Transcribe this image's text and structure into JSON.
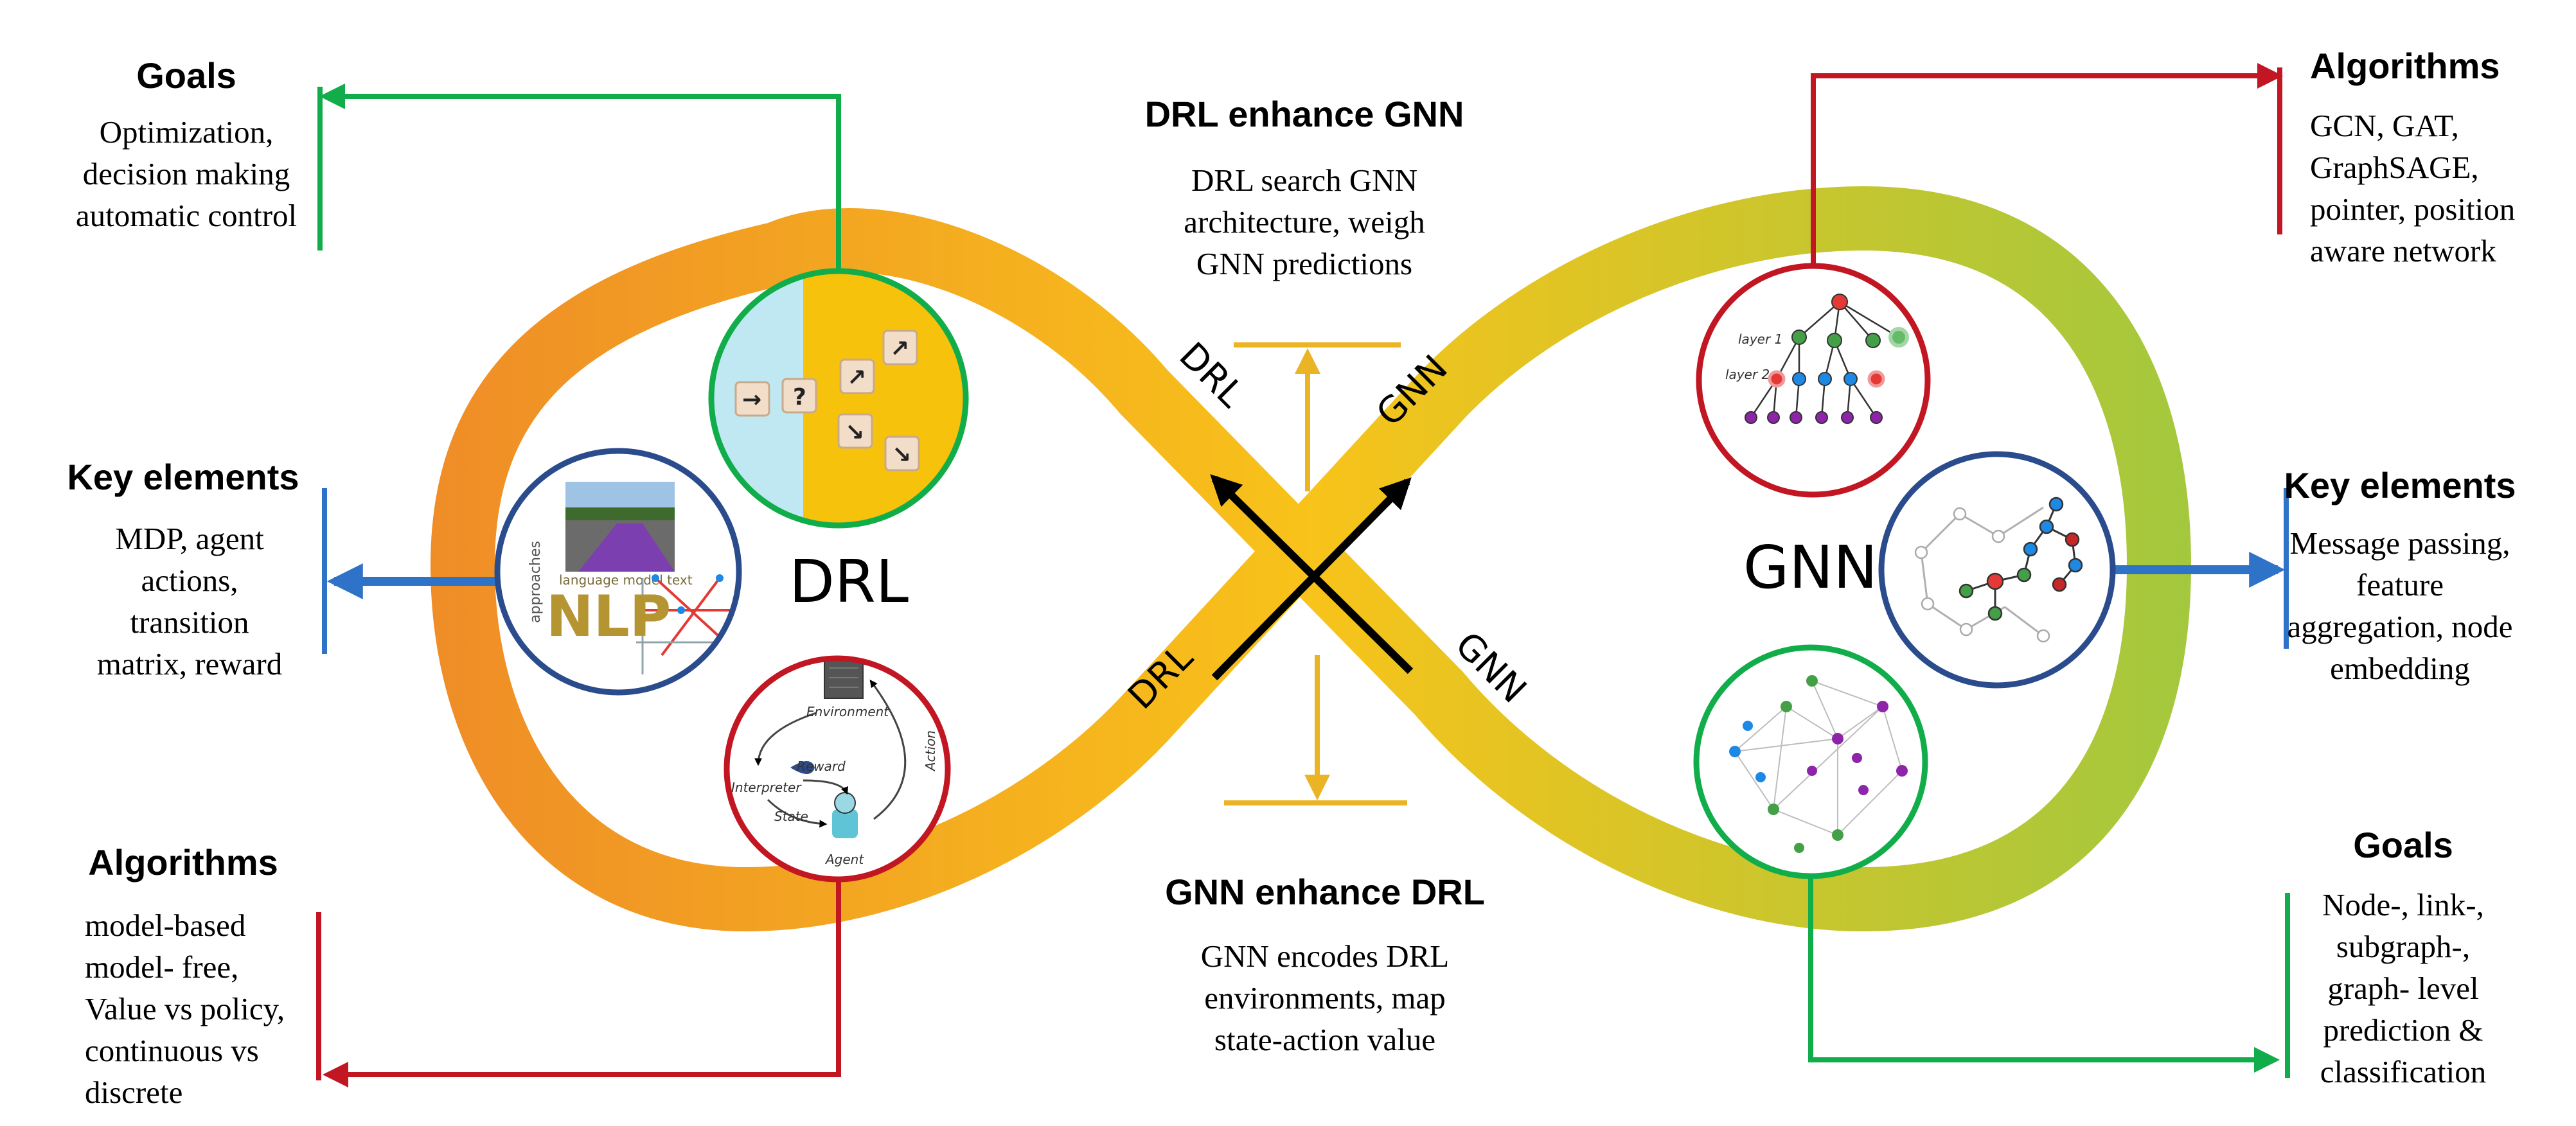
{
  "center": {
    "top_title": "DRL enhance GNN",
    "top_desc": [
      "DRL search GNN",
      "architecture, weigh",
      "GNN predictions"
    ],
    "bottom_title": "GNN enhance DRL",
    "bottom_desc": [
      "GNN encodes DRL",
      "environments, map",
      "state-action value"
    ],
    "loop_left_label": "DRL",
    "loop_right_label": "GNN",
    "cross_labels": {
      "upper_left": "DRL",
      "upper_right": "GNN",
      "lower_left": "DRL",
      "lower_right": "GNN"
    }
  },
  "left": {
    "goals_title": "Goals",
    "goals_desc": [
      "Optimization,",
      "decision making",
      "automatic control"
    ],
    "key_title": "Key elements",
    "key_desc": [
      "MDP, agent",
      "actions,",
      "transition",
      "matrix, reward"
    ],
    "alg_title": "Algorithms",
    "alg_desc": [
      "model-based",
      "model- free,",
      "Value vs policy,",
      "continuous vs",
      "discrete"
    ]
  },
  "right": {
    "alg_title": "Algorithms",
    "alg_desc": [
      "GCN, GAT,",
      "GraphSAGE,",
      "pointer, position",
      "aware network"
    ],
    "key_title": "Key elements",
    "key_desc": [
      "Message passing,",
      "feature",
      "aggregation, node",
      "embedding"
    ],
    "goals_title": "Goals",
    "goals_desc": [
      "Node-, link-,",
      "subgraph-,",
      "graph- level",
      "prediction &",
      "classification"
    ]
  },
  "circle_text": {
    "rl_loop": {
      "environment": "Environment",
      "reward": "Reward",
      "interpreter": "Interpreter",
      "state": "State",
      "action": "Action",
      "agent": "Agent"
    },
    "nlp_word": "NLP",
    "tree": {
      "layer1": "layer 1",
      "layer2": "layer 2"
    }
  },
  "colors": {
    "loop_start": "#ef8c27",
    "loop_mid": "#f8c31a",
    "loop_end": "#a2c83e",
    "green": "#12ad4b",
    "red": "#c21623",
    "blue": "#2f73c8",
    "navy": "#2b4c8c",
    "yellow_arrow": "#eab425"
  }
}
